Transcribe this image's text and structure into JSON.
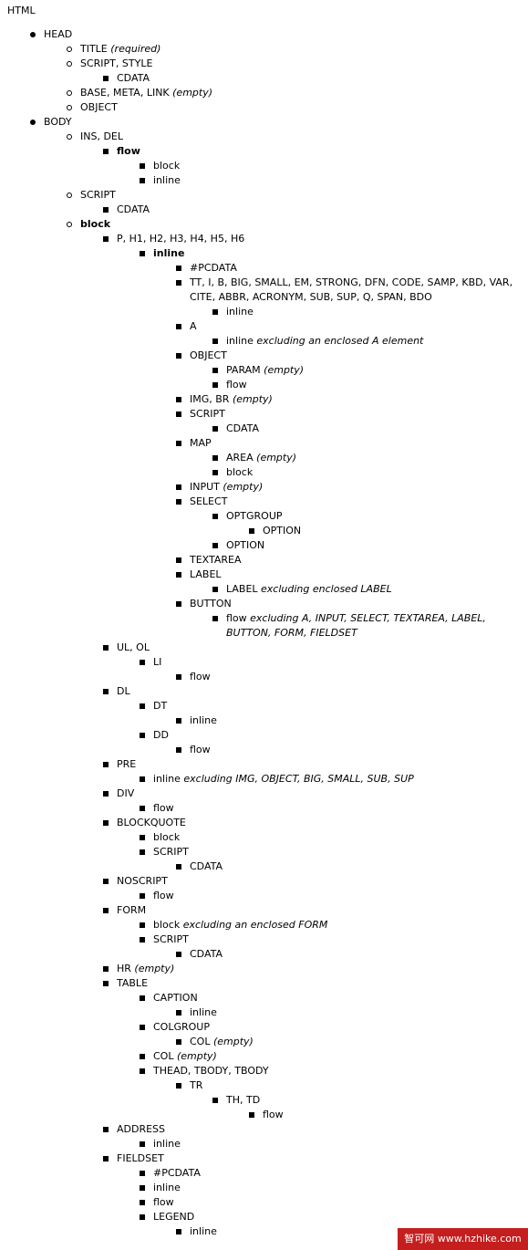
{
  "root": "HTML",
  "tree": [
    {
      "d": 1,
      "t": "HEAD"
    },
    {
      "d": 2,
      "t": "TITLE",
      "s": "(required)"
    },
    {
      "d": 2,
      "t": "SCRIPT, STYLE"
    },
    {
      "d": 3,
      "t": "CDATA"
    },
    {
      "d": 2,
      "t": "BASE, META, LINK",
      "s": "(empty)"
    },
    {
      "d": 2,
      "t": "OBJECT"
    },
    {
      "d": 1,
      "t": "BODY"
    },
    {
      "d": 2,
      "t": "INS, DEL"
    },
    {
      "d": 3,
      "t": "flow",
      "b": true
    },
    {
      "d": 4,
      "t": "block"
    },
    {
      "d": 4,
      "t": "inline"
    },
    {
      "d": 2,
      "t": "SCRIPT"
    },
    {
      "d": 3,
      "t": "CDATA"
    },
    {
      "d": 2,
      "t": "block",
      "b": true
    },
    {
      "d": 3,
      "t": "P, H1, H2, H3, H4, H5, H6"
    },
    {
      "d": 4,
      "t": "inline",
      "b": true
    },
    {
      "d": 5,
      "t": "#PCDATA"
    },
    {
      "d": 5,
      "t": "TT, I, B, BIG, SMALL, EM, STRONG, DFN, CODE, SAMP, KBD, VAR,",
      "t2": "CITE, ABBR, ACRONYM, SUB, SUP, Q, SPAN, BDO"
    },
    {
      "d": 6,
      "t": "inline"
    },
    {
      "d": 5,
      "t": "A"
    },
    {
      "d": 6,
      "t": "inline",
      "s": "excluding an enclosed A element"
    },
    {
      "d": 5,
      "t": "OBJECT"
    },
    {
      "d": 6,
      "t": "PARAM",
      "s": "(empty)"
    },
    {
      "d": 6,
      "t": "flow"
    },
    {
      "d": 5,
      "t": "IMG, BR",
      "s": "(empty)"
    },
    {
      "d": 5,
      "t": "SCRIPT"
    },
    {
      "d": 6,
      "t": "CDATA"
    },
    {
      "d": 5,
      "t": "MAP"
    },
    {
      "d": 6,
      "t": "AREA",
      "s": "(empty)"
    },
    {
      "d": 6,
      "t": "block"
    },
    {
      "d": 5,
      "t": "INPUT",
      "s": "(empty)"
    },
    {
      "d": 5,
      "t": "SELECT"
    },
    {
      "d": 6,
      "t": "OPTGROUP"
    },
    {
      "d": 7,
      "t": "OPTION"
    },
    {
      "d": 6,
      "t": "OPTION"
    },
    {
      "d": 5,
      "t": "TEXTAREA"
    },
    {
      "d": 5,
      "t": "LABEL"
    },
    {
      "d": 6,
      "t": "LABEL",
      "s": "excluding enclosed LABEL"
    },
    {
      "d": 5,
      "t": "BUTTON"
    },
    {
      "d": 6,
      "t": "flow",
      "s": "excluding A, INPUT, SELECT, TEXTAREA, LABEL,",
      "s2": "BUTTON, FORM, FIELDSET"
    },
    {
      "d": 3,
      "t": "UL, OL"
    },
    {
      "d": 4,
      "t": "LI"
    },
    {
      "d": 5,
      "t": "flow"
    },
    {
      "d": 3,
      "t": "DL"
    },
    {
      "d": 4,
      "t": "DT"
    },
    {
      "d": 5,
      "t": "inline"
    },
    {
      "d": 4,
      "t": "DD"
    },
    {
      "d": 5,
      "t": "flow"
    },
    {
      "d": 3,
      "t": "PRE"
    },
    {
      "d": 4,
      "t": "inline",
      "s": "excluding IMG, OBJECT, BIG, SMALL, SUB, SUP"
    },
    {
      "d": 3,
      "t": "DIV"
    },
    {
      "d": 4,
      "t": "flow"
    },
    {
      "d": 3,
      "t": "BLOCKQUOTE"
    },
    {
      "d": 4,
      "t": "block"
    },
    {
      "d": 4,
      "t": "SCRIPT"
    },
    {
      "d": 5,
      "t": "CDATA"
    },
    {
      "d": 3,
      "t": "NOSCRIPT"
    },
    {
      "d": 4,
      "t": "flow"
    },
    {
      "d": 3,
      "t": "FORM"
    },
    {
      "d": 4,
      "t": "block",
      "s": "excluding an enclosed FORM"
    },
    {
      "d": 4,
      "t": "SCRIPT"
    },
    {
      "d": 5,
      "t": "CDATA"
    },
    {
      "d": 3,
      "t": "HR",
      "s": "(empty)"
    },
    {
      "d": 3,
      "t": "TABLE"
    },
    {
      "d": 4,
      "t": "CAPTION"
    },
    {
      "d": 5,
      "t": "inline"
    },
    {
      "d": 4,
      "t": "COLGROUP"
    },
    {
      "d": 5,
      "t": "COL",
      "s": "(empty)"
    },
    {
      "d": 4,
      "t": "COL",
      "s": "(empty)"
    },
    {
      "d": 4,
      "t": "THEAD, TBODY, TBODY"
    },
    {
      "d": 5,
      "t": "TR"
    },
    {
      "d": 6,
      "t": "TH, TD"
    },
    {
      "d": 7,
      "t": "flow"
    },
    {
      "d": 3,
      "t": "ADDRESS"
    },
    {
      "d": 4,
      "t": "inline"
    },
    {
      "d": 3,
      "t": "FIELDSET"
    },
    {
      "d": 4,
      "t": "#PCDATA"
    },
    {
      "d": 4,
      "t": "inline"
    },
    {
      "d": 4,
      "t": "flow"
    },
    {
      "d": 4,
      "t": "LEGEND"
    },
    {
      "d": 5,
      "t": "inline"
    }
  ],
  "watermark": "智可网 www.hzhike.com"
}
